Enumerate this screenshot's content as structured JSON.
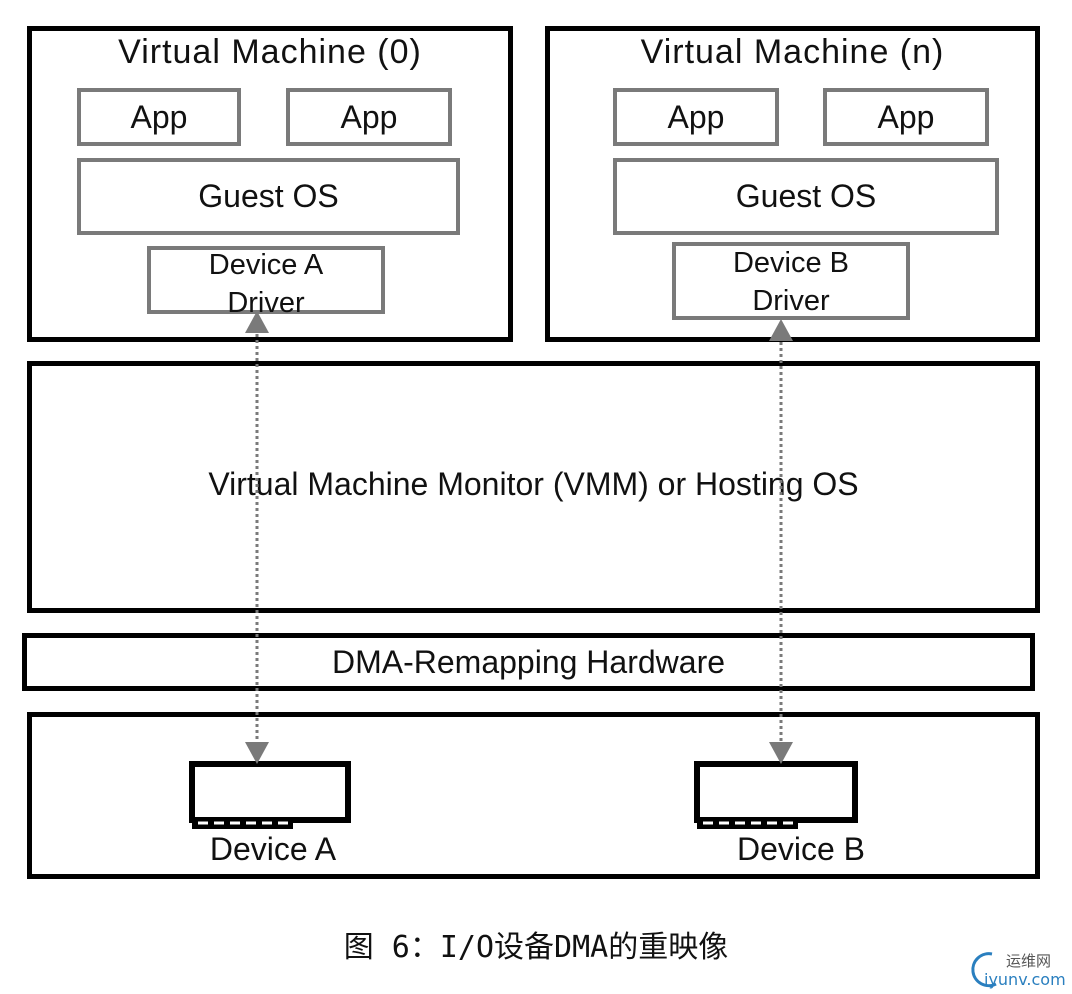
{
  "vm0": {
    "title": "Virtual Machine (0)",
    "app1": "App",
    "app2": "App",
    "guest_os": "Guest OS",
    "driver_line1": "Device A",
    "driver_line2": "Driver"
  },
  "vmn": {
    "title": "Virtual Machine (n)",
    "app1": "App",
    "app2": "App",
    "guest_os": "Guest OS",
    "driver_line1": "Device B",
    "driver_line2": "Driver"
  },
  "vmm_label": "Virtual Machine Monitor (VMM) or Hosting OS",
  "dma_label": "DMA-Remapping Hardware",
  "hardware": {
    "device_a_label": "Device A",
    "device_b_label": "Device B"
  },
  "caption": "图 6：I/O设备DMA的重映像",
  "watermark": {
    "line1": "运维网",
    "line2": "iyunv.com"
  },
  "colors": {
    "primary_border": "#000000",
    "secondary_border": "#7a7a7a",
    "arrow": "#7a7a7a",
    "watermark": "#2a7fbf"
  }
}
